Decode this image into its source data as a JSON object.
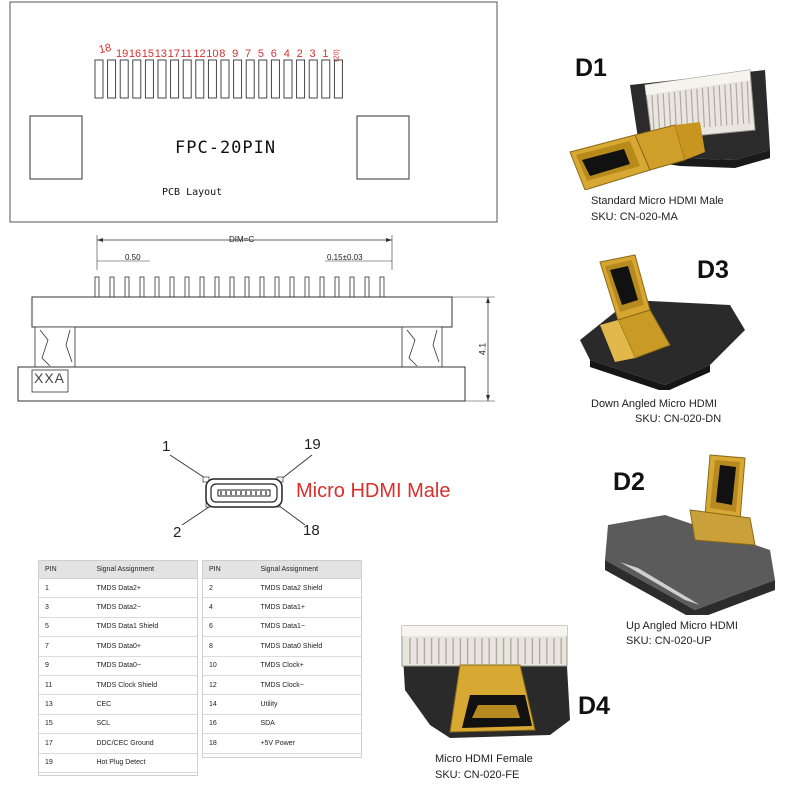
{
  "pcb_layout": {
    "pin_numbers": [
      "18",
      "19",
      "16",
      "15",
      "13",
      "17",
      "11",
      "12",
      "10",
      "8",
      "9",
      "7",
      "5",
      "6",
      "4",
      "2",
      "3",
      "1",
      "(20)"
    ],
    "connector_label": "FPC-20PIN",
    "layout_label": "PCB Layout"
  },
  "side_view": {
    "dim_label": "DIM=C",
    "pitch_label": "0.50",
    "tolerance_label": "0.15±0.03",
    "height_label": "4.1",
    "marking_label": "XXA"
  },
  "micro_hdmi": {
    "title": "Micro HDMI Male",
    "title_color": "#d9302c",
    "pins": {
      "top_left": "1",
      "top_right": "19",
      "bottom_left": "2",
      "bottom_right": "18"
    }
  },
  "pin_tables": {
    "header": {
      "pin": "PIN",
      "signal": "Signal Assignment"
    },
    "left": [
      {
        "pin": "1",
        "signal": "TMDS Data2+"
      },
      {
        "pin": "3",
        "signal": "TMDS Data2−"
      },
      {
        "pin": "5",
        "signal": "TMDS Data1 Shield"
      },
      {
        "pin": "7",
        "signal": "TMDS Data0+"
      },
      {
        "pin": "9",
        "signal": "TMDS Data0−"
      },
      {
        "pin": "11",
        "signal": "TMDS Clock Shield"
      },
      {
        "pin": "13",
        "signal": "CEC"
      },
      {
        "pin": "15",
        "signal": "SCL"
      },
      {
        "pin": "17",
        "signal": "DDC/CEC Ground"
      },
      {
        "pin": "19",
        "signal": "Hot Plug Detect"
      }
    ],
    "right": [
      {
        "pin": "2",
        "signal": "TMDS Data2 Shield"
      },
      {
        "pin": "4",
        "signal": "TMDS Data1+"
      },
      {
        "pin": "6",
        "signal": "TMDS Data1−"
      },
      {
        "pin": "8",
        "signal": "TMDS Data0 Shield"
      },
      {
        "pin": "10",
        "signal": "TMDS Clock+"
      },
      {
        "pin": "12",
        "signal": "TMDS Clock−"
      },
      {
        "pin": "14",
        "signal": "Utility"
      },
      {
        "pin": "16",
        "signal": "SDA"
      },
      {
        "pin": "18",
        "signal": "+5V Power"
      }
    ]
  },
  "products": {
    "d1": {
      "code": "D1",
      "name": "Standard Micro HDMI Male",
      "sku": "SKU: CN-020-MA"
    },
    "d3": {
      "code": "D3",
      "name": "Down Angled Micro HDMI",
      "sku": "SKU: CN-020-DN"
    },
    "d2": {
      "code": "D2",
      "name": "Up Angled Micro HDMI",
      "sku": "SKU: CN-020-UP"
    },
    "d4": {
      "code": "D4",
      "name": "Micro HDMI Female",
      "sku": "SKU: CN-020-FE"
    }
  }
}
